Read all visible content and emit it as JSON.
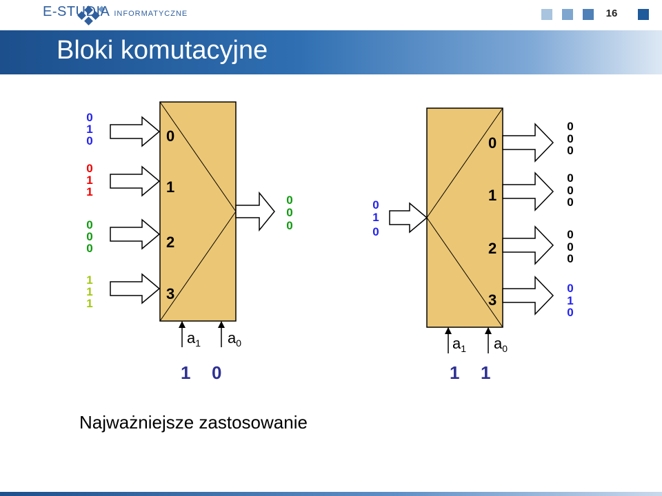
{
  "header": {
    "logo_main": "E-STUDIA",
    "logo_sub": "INFORMATYCZNE",
    "page_number": "16",
    "indicator_colors": [
      "#a9c4de",
      "#7ea6cf",
      "#4f80b7",
      "#1f5a9a"
    ]
  },
  "title": "Bloki komutacyjne",
  "caption": "Najważniejsze zastosowanie",
  "colors": {
    "block_fill": "#ebc674",
    "blue": "#2222ee",
    "red": "#ee0000",
    "green": "#119911",
    "yellowgreen": "#a3c715",
    "black": "#000000",
    "select_value": "#2e3192"
  },
  "multiplexer": {
    "port_labels": [
      "0",
      "1",
      "2",
      "3"
    ],
    "inputs": [
      {
        "bits": [
          "0",
          "1",
          "0"
        ],
        "color": "#2222ee"
      },
      {
        "bits": [
          "0",
          "1",
          "1"
        ],
        "color": "#ee0000"
      },
      {
        "bits": [
          "0",
          "0",
          "0"
        ],
        "color": "#119911"
      },
      {
        "bits": [
          "1",
          "1",
          "1"
        ],
        "color": "#a3c715"
      }
    ],
    "output": {
      "bits": [
        "0",
        "0",
        "0"
      ],
      "color": "#119911"
    },
    "address": {
      "a1_base": "a",
      "a1_sub": "1",
      "a0_base": "a",
      "a0_sub": "0"
    },
    "select": {
      "a1": "1",
      "a0": "0"
    }
  },
  "demultiplexer": {
    "port_labels": [
      "0",
      "1",
      "2",
      "3"
    ],
    "input": {
      "bits": [
        "0",
        "1",
        "0"
      ],
      "color": "#2222ee"
    },
    "outputs": [
      {
        "bits": [
          "0",
          "0",
          "0"
        ],
        "color": "#000000"
      },
      {
        "bits": [
          "0",
          "0",
          "0"
        ],
        "color": "#000000"
      },
      {
        "bits": [
          "0",
          "0",
          "0"
        ],
        "color": "#000000"
      },
      {
        "bits": [
          "0",
          "1",
          "0"
        ],
        "color": "#2222ee"
      }
    ],
    "address": {
      "a1_base": "a",
      "a1_sub": "1",
      "a0_base": "a",
      "a0_sub": "0"
    },
    "select": {
      "a1": "1",
      "a0": "1"
    }
  }
}
